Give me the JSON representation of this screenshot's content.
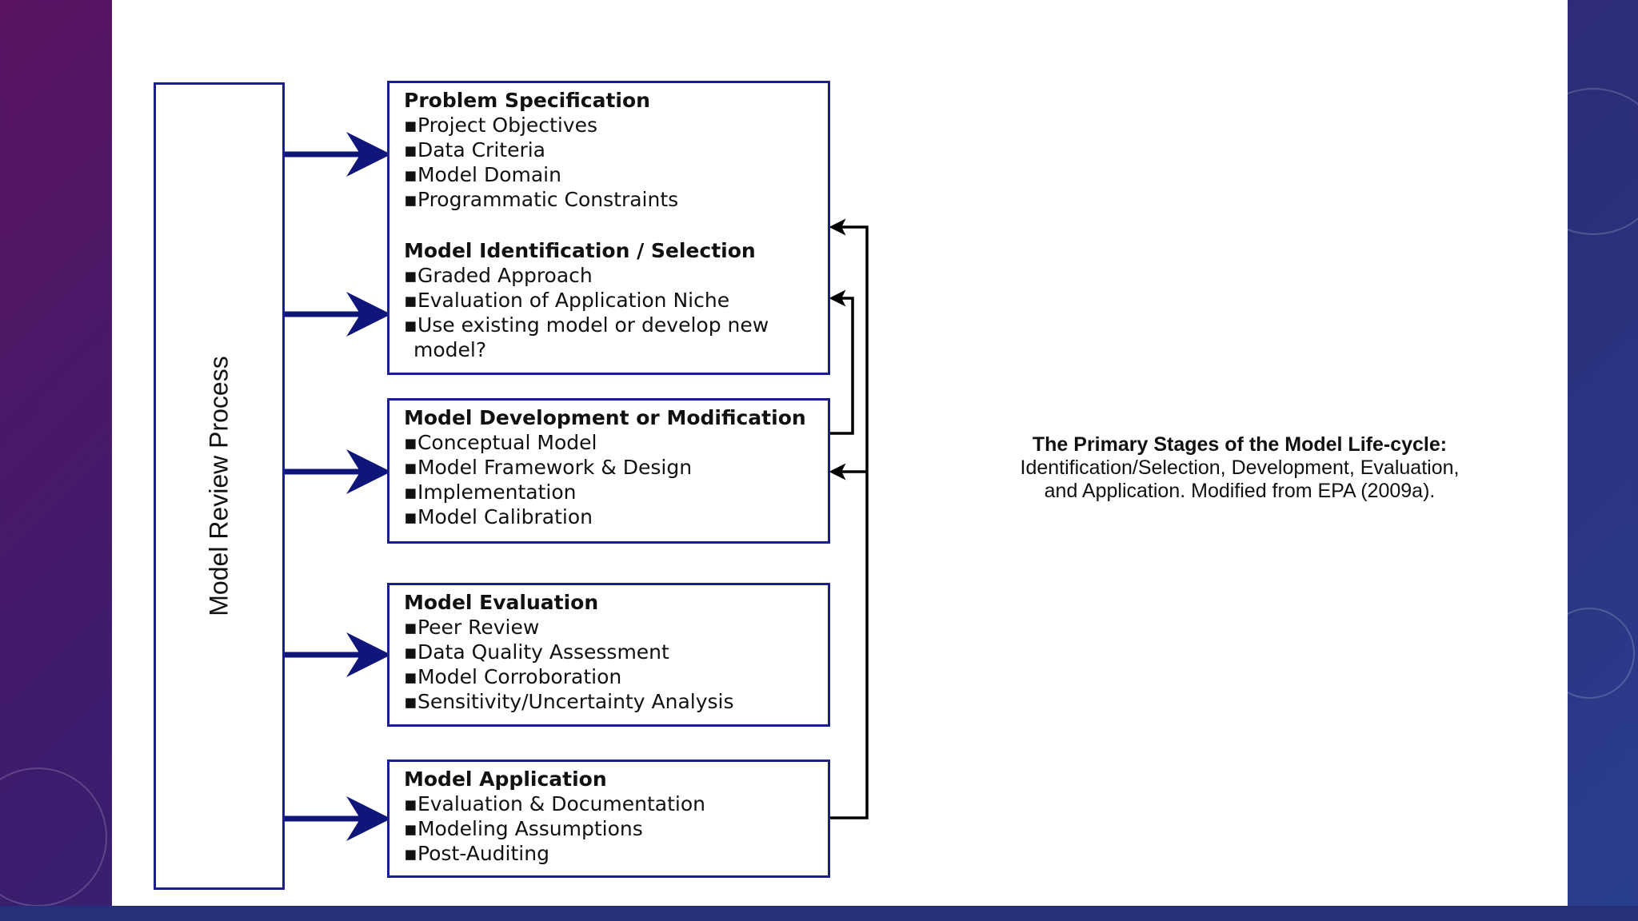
{
  "diagram": {
    "review_process_label": "Model Review Process",
    "stages": {
      "problem_spec": {
        "heading": "Problem Specification",
        "items": [
          "▪Project Objectives",
          "▪Data Criteria",
          "▪Model Domain",
          "▪Programmatic Constraints"
        ]
      },
      "model_identification": {
        "heading": "Model Identification / Selection",
        "items": [
          "▪Graded Approach",
          "▪Evaluation of Application Niche",
          "▪Use existing model or develop new model?"
        ]
      },
      "model_development": {
        "heading": "Model Development or Modification",
        "items": [
          "▪Conceptual Model",
          "▪Model Framework & Design",
          "▪Implementation",
          "▪Model Calibration"
        ]
      },
      "model_evaluation": {
        "heading": "Model Evaluation",
        "items": [
          "▪Peer Review",
          "▪Data Quality Assessment",
          "▪Model Corroboration",
          "▪Sensitivity/Uncertainty Analysis"
        ]
      },
      "model_application": {
        "heading": "Model Application",
        "items": [
          "▪Evaluation & Documentation",
          "▪Modeling Assumptions",
          "▪Post-Auditing"
        ]
      }
    },
    "colors": {
      "arrow": "#10157a",
      "box_border": "#1a1f8c",
      "feedback_line": "#000000"
    }
  },
  "caption": {
    "line1": "The Primary Stages of the Model Life-cycle:",
    "line2": "Identification/Selection, Development, Evaluation,",
    "line3": "and Application. Modified from EPA (2009a)."
  }
}
